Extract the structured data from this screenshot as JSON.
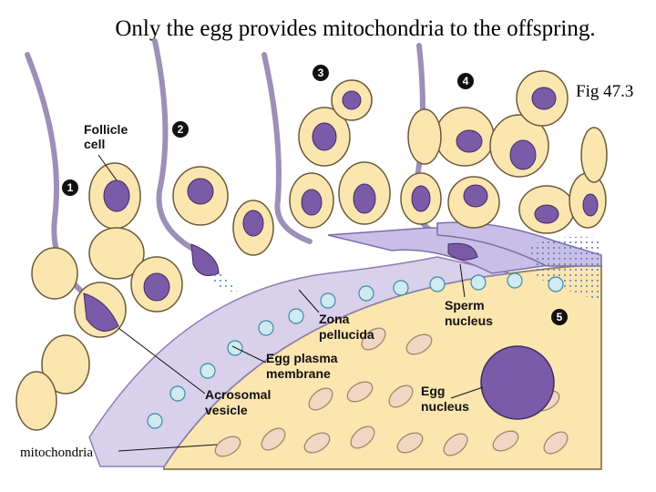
{
  "title": "Only the egg provides mitochondria to the offspring.",
  "figure_ref": "Fig 47.3",
  "labels": {
    "follicle_cell_1": "Follicle",
    "follicle_cell_2": "cell",
    "zona_1": "Zona",
    "zona_2": "pellucida",
    "egg_plasma_1": "Egg plasma",
    "egg_plasma_2": "membrane",
    "acrosomal_1": "Acrosomal",
    "acrosomal_2": "vesicle",
    "sperm_1": "Sperm",
    "sperm_2": "nucleus",
    "egg_nucleus_1": "Egg",
    "egg_nucleus_2": "nucleus",
    "mitochondria": "mitochondria"
  },
  "steps": [
    "1",
    "2",
    "3",
    "4",
    "5"
  ],
  "colors": {
    "cytoplasm": "#fbe6b0",
    "cell_outline": "#6b5a3a",
    "nucleus": "#7b5ba8",
    "zona": "#d9d0ec",
    "step_badge": "#111111"
  }
}
